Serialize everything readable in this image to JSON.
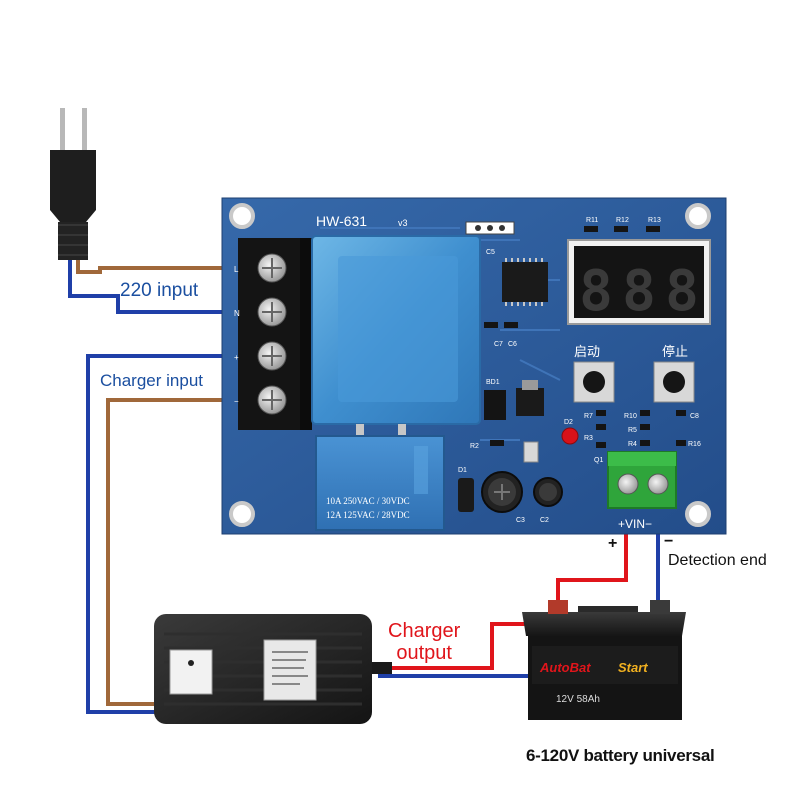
{
  "board": {
    "model": "HW-631",
    "version": "v3",
    "display_digits": [
      "8",
      "8",
      "8"
    ],
    "button_start": "启动",
    "button_stop": "停止",
    "relay_line1": "10A  250VAC / 30VDC",
    "relay_line2": "12A  125VAC / 28VDC",
    "terminal_marks": [
      "L",
      "N",
      "+",
      "−"
    ],
    "detect_polarity": "+VIN−",
    "plus_mark": "+",
    "minus_mark": "−",
    "component_labels": [
      "R11",
      "R12",
      "R13",
      "C5",
      "C7",
      "C6",
      "BD1",
      "D2",
      "R7",
      "R10",
      "R5",
      "R4",
      "R3",
      "C8",
      "R16",
      "D1",
      "C3",
      "C2",
      "R2",
      "Q1"
    ]
  },
  "battery": {
    "brand1": "AutoBat",
    "brand2": "Start",
    "spec": "12V 58Ah"
  },
  "labels": {
    "input_220": "220 input",
    "charger_input": "Charger input",
    "charger_output_line1": "Charger",
    "charger_output_line2": "output",
    "detection_end": "Detection end",
    "battery_universal": "6-120V battery universal"
  },
  "colors": {
    "wire_blue": "#1f3fa8",
    "wire_brown": "#a0683a",
    "wire_red": "#e0151b",
    "pcb_blue": "#2d5c9c",
    "label_blue": "#1b4fa0",
    "label_red": "#e0151b"
  }
}
